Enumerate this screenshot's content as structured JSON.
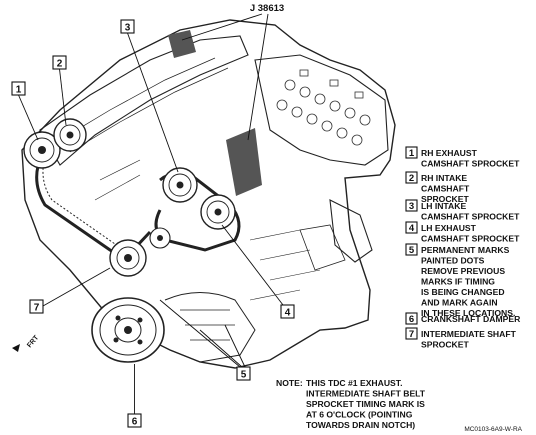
{
  "tool_label": "J 38613",
  "legend": [
    {
      "num": "1",
      "lines": [
        "RH EXHAUST",
        "CAMSHAFT SPROCKET"
      ]
    },
    {
      "num": "2",
      "lines": [
        "RH INTAKE",
        "CAMSHAFT",
        "SPROCKET"
      ]
    },
    {
      "num": "3",
      "lines": [
        "LH INTAKE",
        "CAMSHAFT SPROCKET"
      ]
    },
    {
      "num": "4",
      "lines": [
        "LH EXHAUST",
        "CAMSHAFT SPROCKET"
      ]
    },
    {
      "num": "5",
      "lines": [
        "PERMANENT MARKS",
        "PAINTED DOTS",
        "REMOVE PREVIOUS",
        "MARKS IF TIMING",
        "IS BEING CHANGED",
        "AND MARK AGAIN",
        "IN THESE LOCATIONS."
      ]
    },
    {
      "num": "6",
      "lines": [
        "CRANKSHAFT DAMPER"
      ]
    },
    {
      "num": "7",
      "lines": [
        "INTERMEDIATE SHAFT",
        "SPROCKET"
      ]
    }
  ],
  "note": {
    "label": "NOTE:",
    "lines": [
      "THIS TDC #1 EXHAUST.",
      "INTERMEDIATE SHAFT BELT",
      "SPROCKET TIMING MARK IS",
      "AT 6 O'CLOCK (POINTING",
      "TOWARDS DRAIN NOTCH)"
    ]
  },
  "front_label": "FRT",
  "figure_code": "MC0103-6A9-W-RA",
  "callouts": {
    "c1": "1",
    "c2": "2",
    "c3": "3",
    "c4": "4",
    "c5": "5",
    "c6": "6",
    "c7": "7"
  }
}
